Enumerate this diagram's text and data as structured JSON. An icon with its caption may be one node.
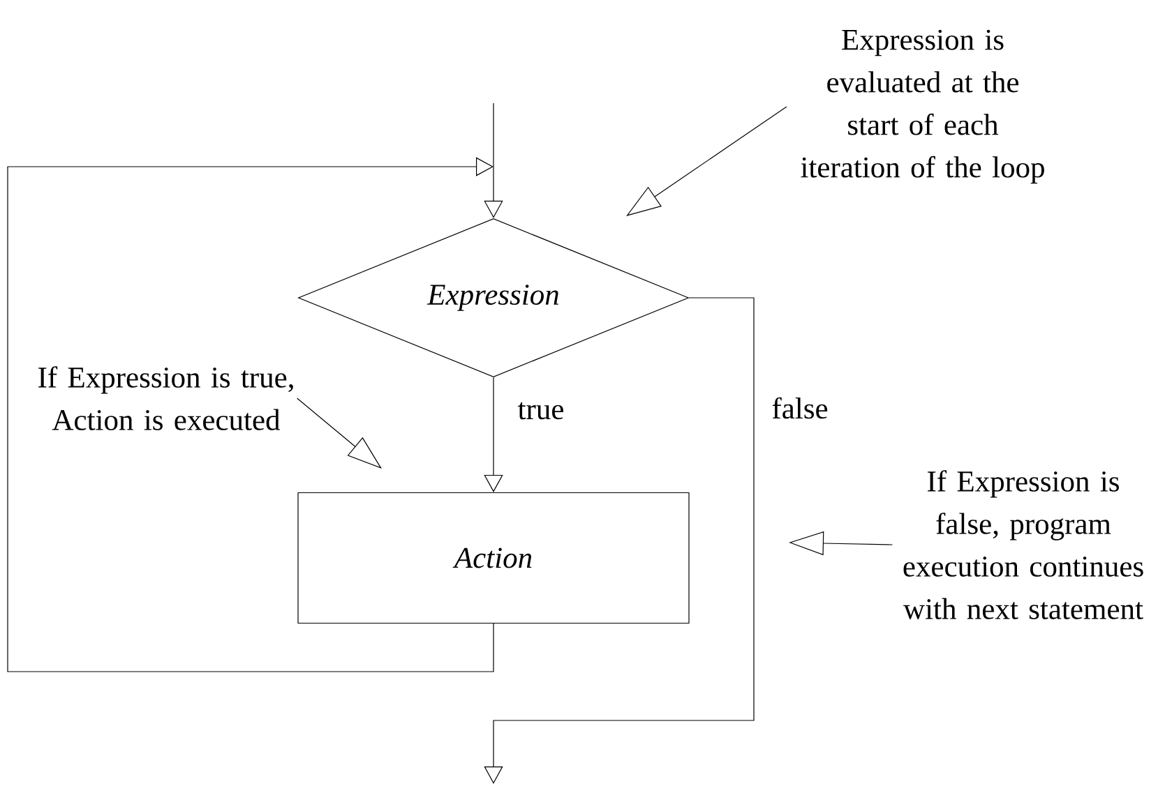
{
  "diagram": {
    "nodes": [
      {
        "text": [
          "Expression"
        ]
      },
      {
        "text": [
          "Action"
        ]
      },
      {
        "text": [
          "Expression is evaluated at the start of each iteration of the loop"
        ]
      },
      {
        "text": [
          "If Expression is true, Action is executed"
        ]
      },
      {
        "text": [
          "If Expression is false, program execution continues with next statement"
        ]
      }
    ],
    "edges": [
      {
        "from": null,
        "to": 0,
        "arrow": "to"
      },
      {
        "from": 1,
        "to": 0,
        "arrow": "to"
      },
      {
        "from": 0,
        "to": 1,
        "arrow": "to",
        "label": "true"
      },
      {
        "from": 0,
        "to": null,
        "arrow": "to",
        "label": "false"
      },
      {
        "from": 2,
        "to": null,
        "arrow": "to"
      },
      {
        "from": 3,
        "to": null,
        "arrow": "to"
      },
      {
        "from": 4,
        "to": null,
        "arrow": "to"
      }
    ]
  }
}
